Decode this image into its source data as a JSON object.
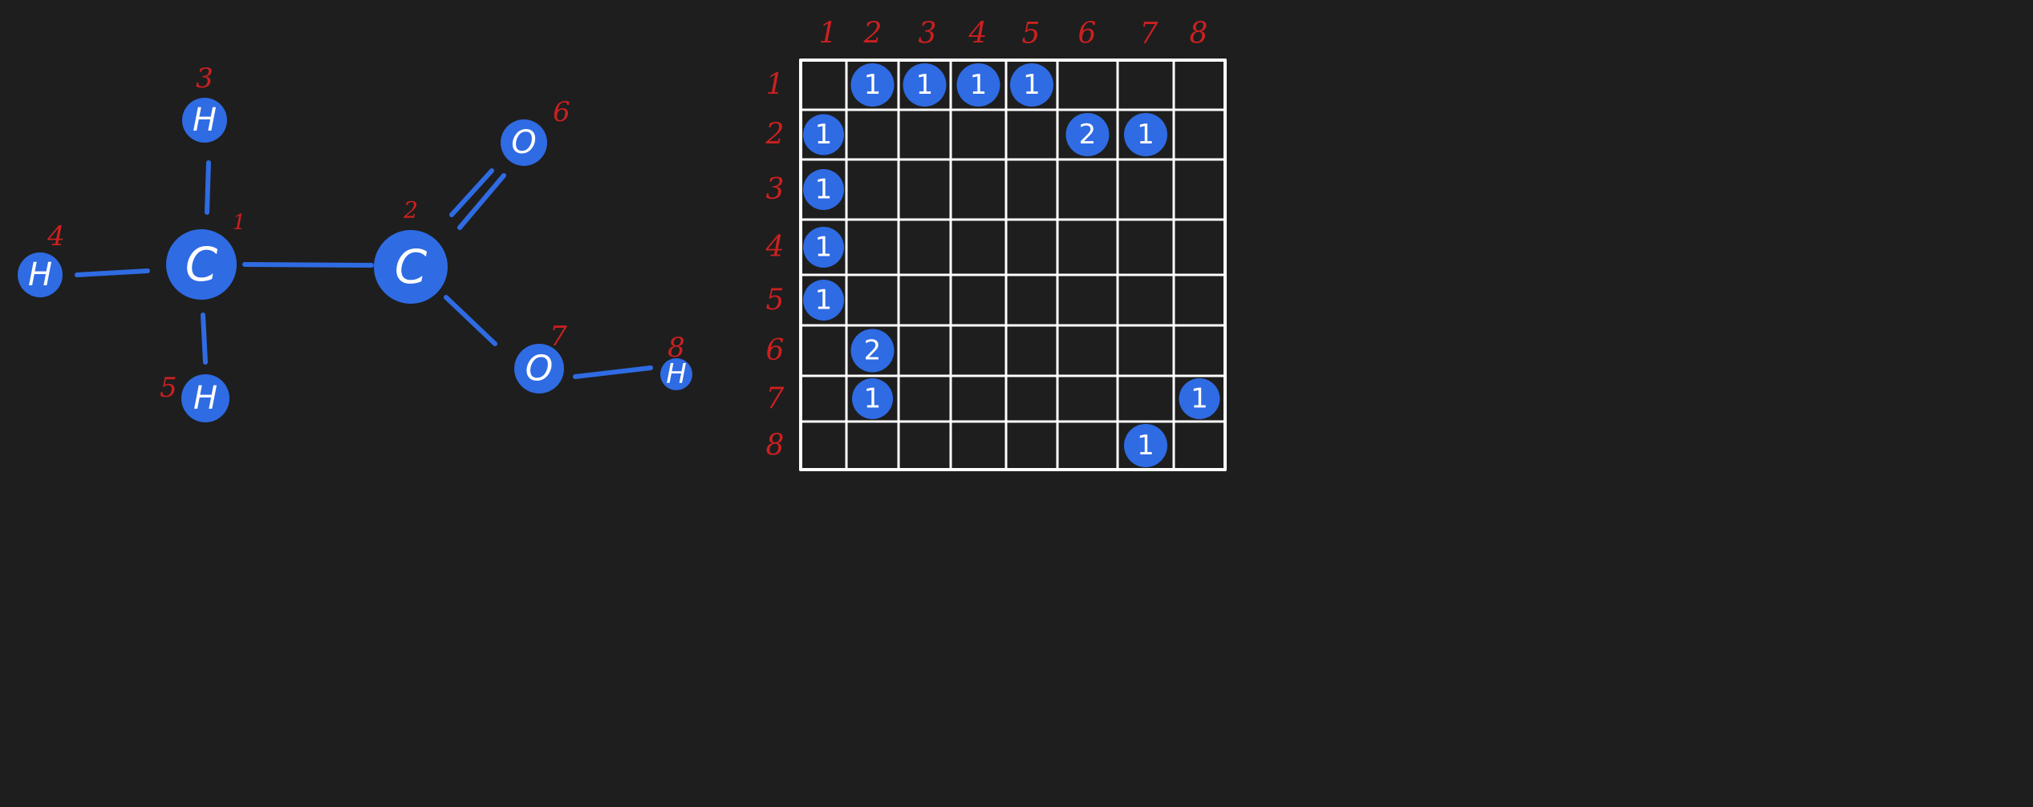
{
  "colors": {
    "background": "#1e1e1e",
    "atom_fill": "#2f6be3",
    "bond": "#2f6be3",
    "number_label": "#cc2020",
    "grid": "#ffffff",
    "text": "#ffffff"
  },
  "molecule": {
    "atoms": [
      {
        "id": "1",
        "element": "C",
        "number": "1"
      },
      {
        "id": "2",
        "element": "C",
        "number": "2"
      },
      {
        "id": "3",
        "element": "H",
        "number": "3"
      },
      {
        "id": "4",
        "element": "H",
        "number": "4"
      },
      {
        "id": "5",
        "element": "H",
        "number": "5"
      },
      {
        "id": "6",
        "element": "O",
        "number": "6"
      },
      {
        "id": "7",
        "element": "O",
        "number": "7"
      },
      {
        "id": "8",
        "element": "H",
        "number": "8"
      }
    ],
    "bonds": [
      {
        "from": "1",
        "to": "2",
        "order": 1
      },
      {
        "from": "1",
        "to": "3",
        "order": 1
      },
      {
        "from": "1",
        "to": "4",
        "order": 1
      },
      {
        "from": "1",
        "to": "5",
        "order": 1
      },
      {
        "from": "2",
        "to": "6",
        "order": 2
      },
      {
        "from": "2",
        "to": "7",
        "order": 1
      },
      {
        "from": "7",
        "to": "8",
        "order": 1
      }
    ]
  },
  "matrix": {
    "column_headers": [
      "1",
      "2",
      "3",
      "4",
      "5",
      "6",
      "7",
      "8"
    ],
    "row_headers": [
      "1",
      "2",
      "3",
      "4",
      "5",
      "6",
      "7",
      "8"
    ],
    "cells": [
      [
        "",
        "1",
        "1",
        "1",
        "1",
        "",
        "",
        ""
      ],
      [
        "1",
        "",
        "",
        "",
        "",
        "2",
        "1",
        ""
      ],
      [
        "1",
        "",
        "",
        "",
        "",
        "",
        "",
        ""
      ],
      [
        "1",
        "",
        "",
        "",
        "",
        "",
        "",
        ""
      ],
      [
        "1",
        "",
        "",
        "",
        "",
        "",
        "",
        ""
      ],
      [
        "",
        "2",
        "",
        "",
        "",
        "",
        "",
        ""
      ],
      [
        "",
        "1",
        "",
        "",
        "",
        "",
        "",
        "1"
      ],
      [
        "",
        "",
        "",
        "",
        "",
        "",
        "1",
        ""
      ]
    ]
  }
}
